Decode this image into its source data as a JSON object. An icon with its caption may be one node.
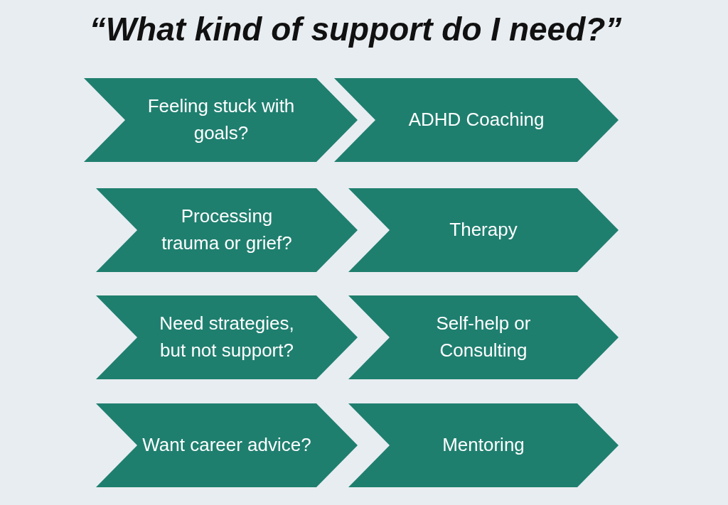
{
  "diagram": {
    "title": "“What kind of support do I need?”",
    "nodes": [
      {
        "text": [
          "Feeling stuck with goals?"
        ]
      },
      {
        "text": [
          "ADHD Coaching"
        ]
      },
      {
        "text": [
          "Processing trauma or grief?"
        ]
      },
      {
        "text": [
          "Therapy"
        ]
      },
      {
        "text": [
          "Need strategies, but not support?"
        ]
      },
      {
        "text": [
          "Self-help or Consulting"
        ]
      },
      {
        "text": [
          "Want career advice?"
        ]
      },
      {
        "text": [
          "Mentoring"
        ]
      }
    ],
    "edges": []
  }
}
